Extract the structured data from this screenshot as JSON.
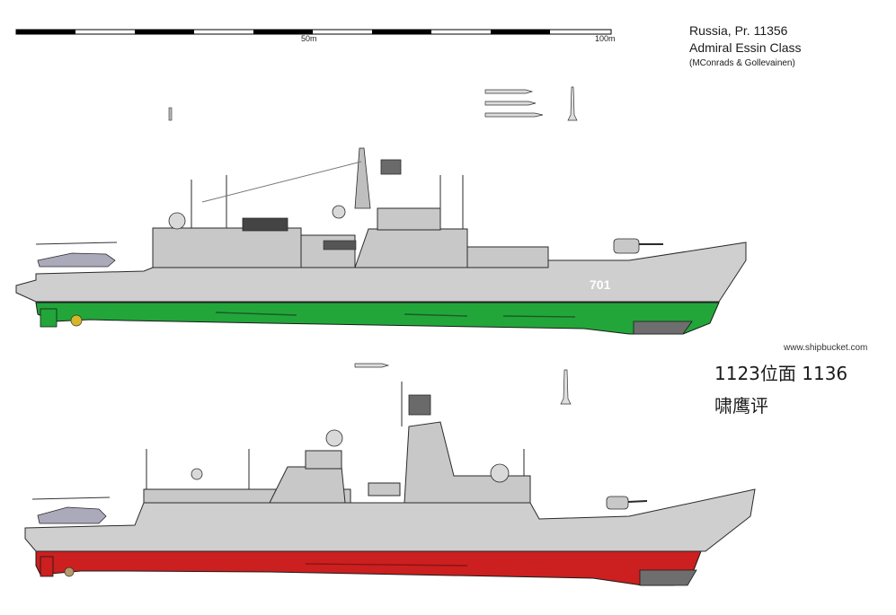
{
  "header": {
    "title_line1": "Russia, Pr. 11356",
    "title_line2": "Admiral Essin Class",
    "credits": "(MConrads & Gollevainen)"
  },
  "scale_bar": {
    "label_mid": "50m",
    "label_end": "100m"
  },
  "watermark": "www.shipbucket.com",
  "annotations": {
    "note_line1": "1123位面 1136",
    "note_line2": "啸鹰评"
  },
  "ships": [
    {
      "hull_number": "701",
      "hull_color": "#22a63a"
    },
    {
      "hull_number": "",
      "hull_color": "#cc1f1f"
    }
  ],
  "colors": {
    "superstructure": "#c8c8c8",
    "outline": "#2a2a2a",
    "upper_hull_grey": "#cfcfcf",
    "bow_dark": "#6e6e6e"
  }
}
